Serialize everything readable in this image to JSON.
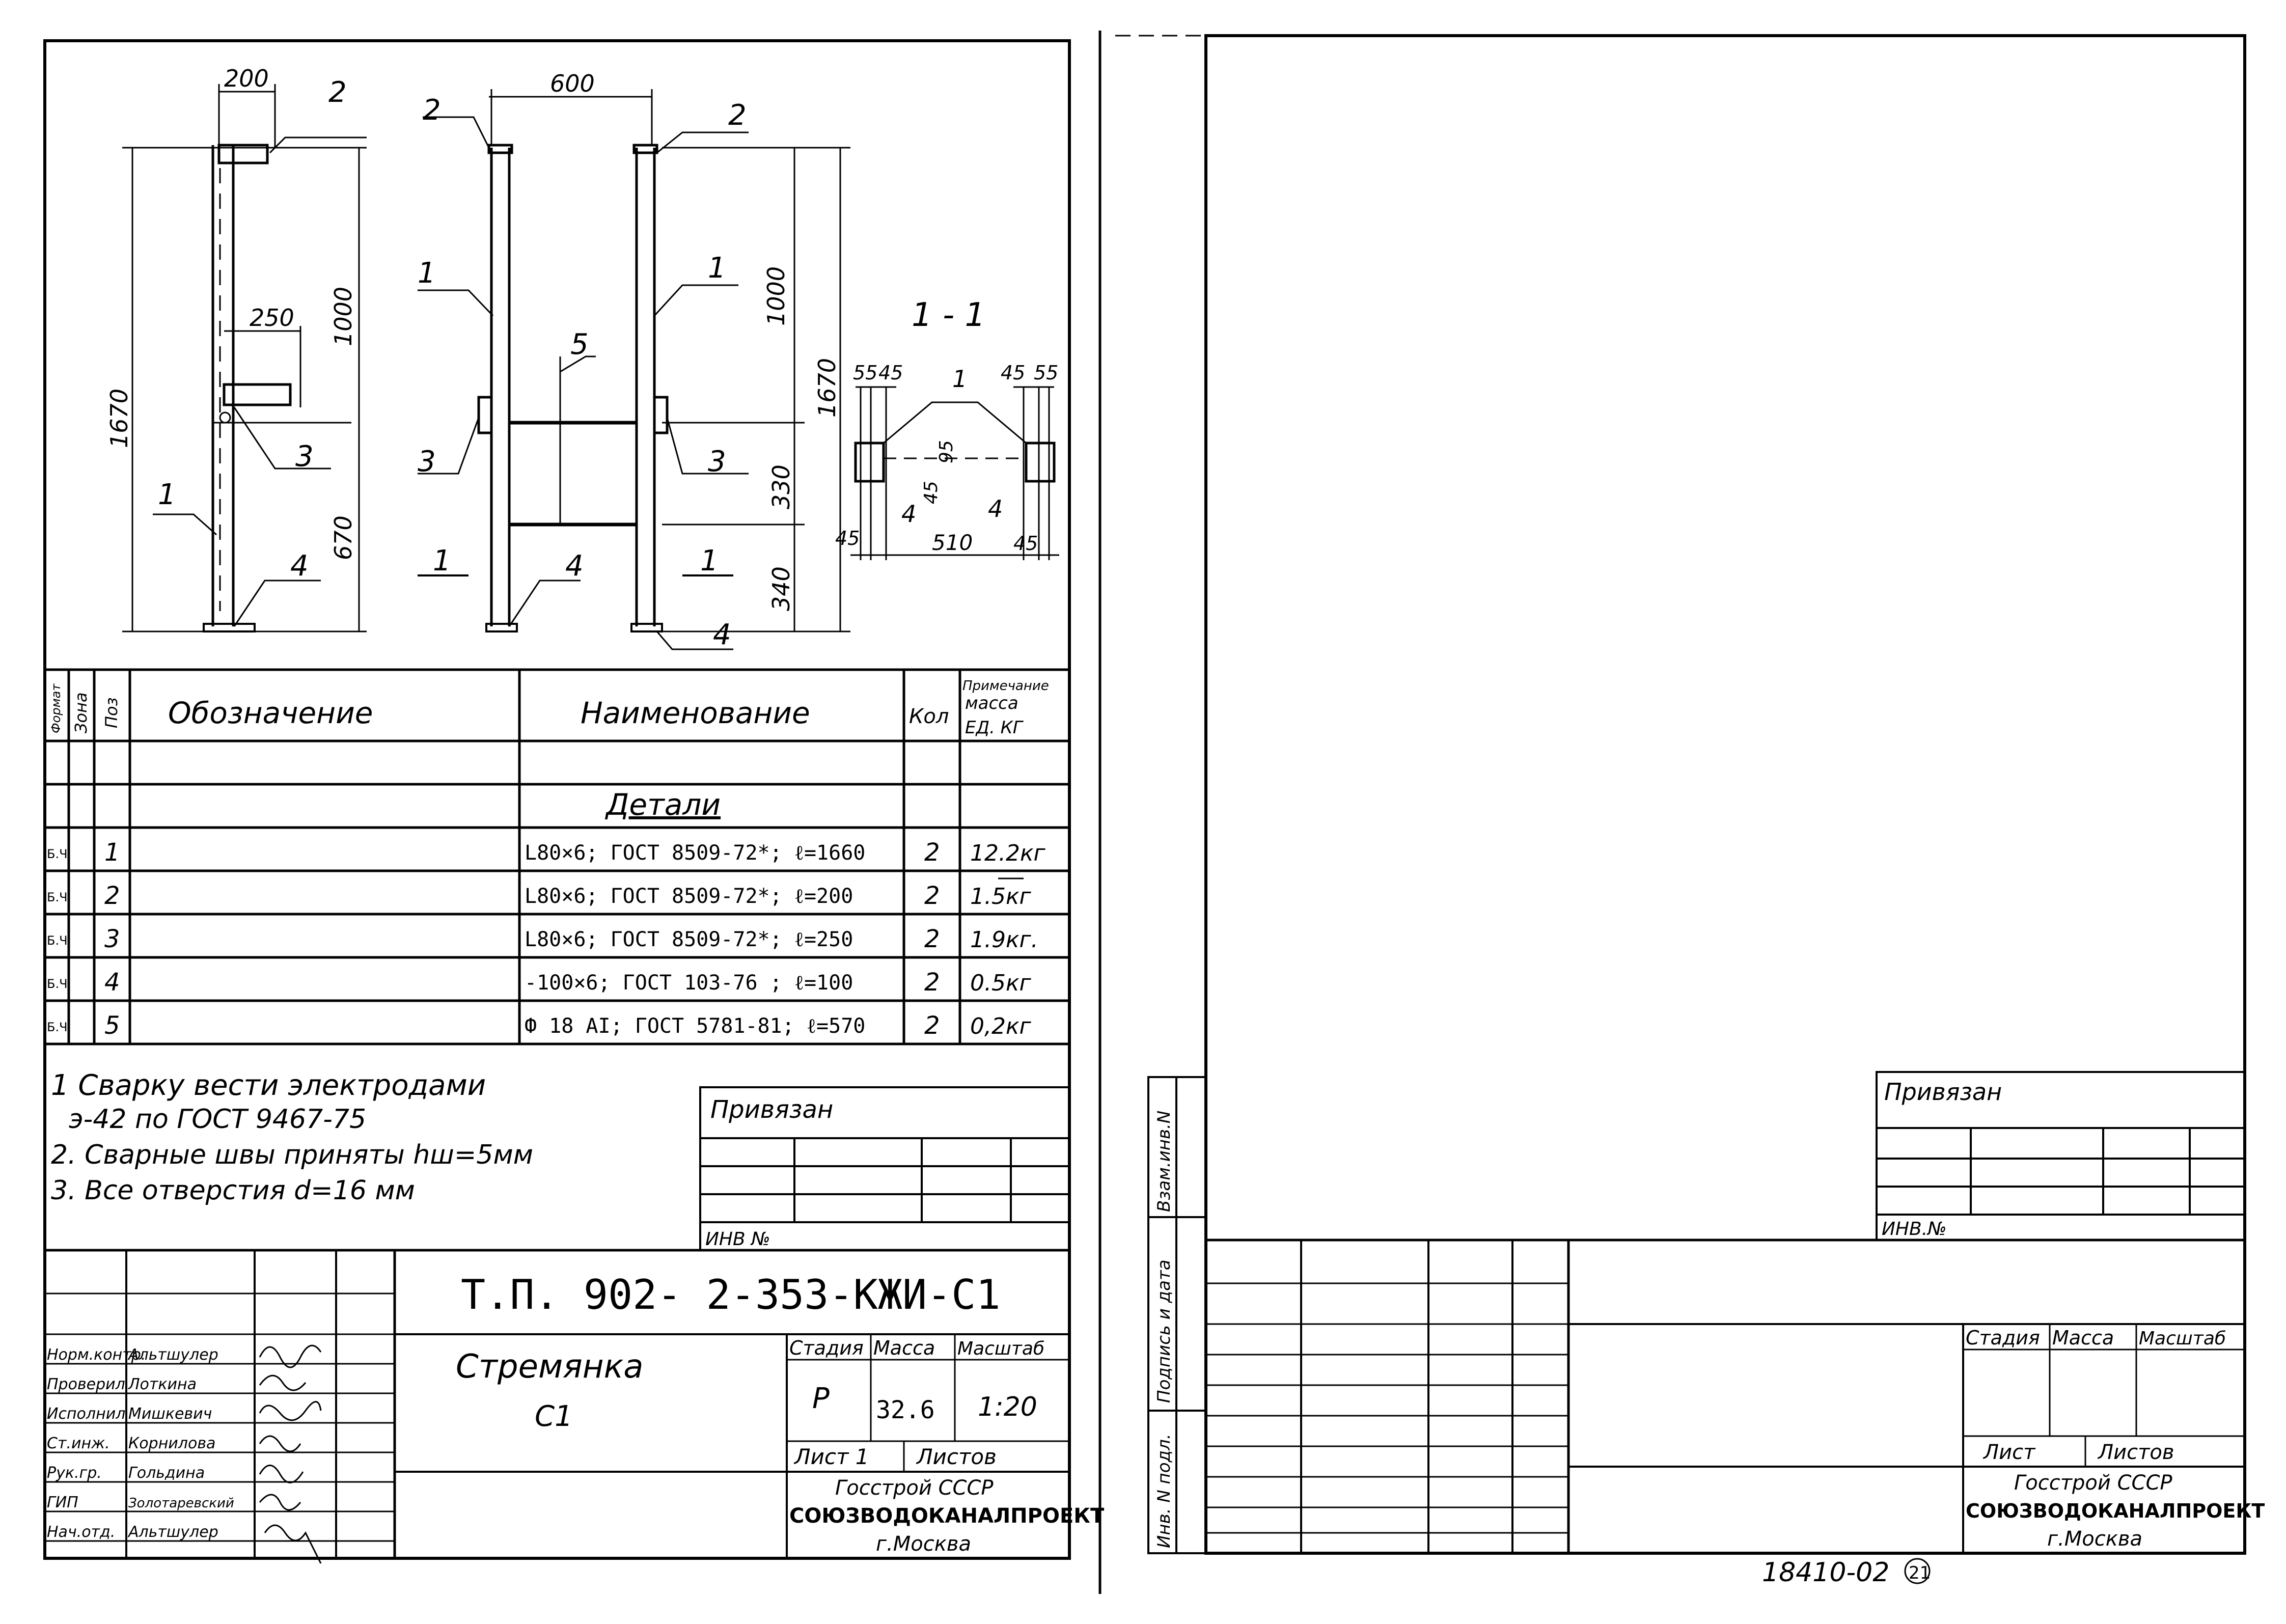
{
  "drawing": {
    "dims": {
      "d200": "200",
      "d600": "600",
      "d250": "250",
      "d1000a": "1000",
      "d1000b": "1000",
      "d1670a": "1670",
      "d1670b": "1670",
      "d670": "670",
      "d330": "330",
      "d340": "340",
      "d55a": "55",
      "d45a": "45",
      "d45b": "45",
      "d55b": "55",
      "d95": "95",
      "d45c": "45",
      "d45d": "45",
      "d510": "510",
      "d45e": "45"
    },
    "pos": {
      "p2a": "2",
      "p2b": "2",
      "p2c": "2",
      "p1a": "1",
      "p1b": "1",
      "p1c": "1",
      "p1d": "1",
      "p3a": "3",
      "p3b": "3",
      "p3c": "3",
      "p4a": "4",
      "p4b": "4",
      "p4c": "4",
      "p4d": "4",
      "p4e": "4",
      "p5": "5"
    },
    "section_title": "1 - 1",
    "section_marks": {
      "m1": "1",
      "m2": "1"
    }
  },
  "spec": {
    "headers": {
      "format": "Формат",
      "zone": "Зона",
      "pos": "Поз",
      "designation": "Обозначение",
      "name": "Наименование",
      "qty": "Кол",
      "note1": "Примечание",
      "note2": "масса",
      "note3": "ЕД. КГ"
    },
    "section": "Детали",
    "rows": [
      {
        "fmt": "Б.Ч",
        "pos": "1",
        "name": "L80×6; ГОСТ 8509-72*; ℓ=1660",
        "qty": "2",
        "note": "12.2кг"
      },
      {
        "fmt": "Б.Ч",
        "pos": "2",
        "name": "L80×6; ГОСТ 8509-72*; ℓ=200",
        "qty": "2",
        "note": "1.5кг"
      },
      {
        "fmt": "Б.Ч",
        "pos": "3",
        "name": "L80×6; ГОСТ 8509-72*; ℓ=250",
        "qty": "2",
        "note": "1.9кг."
      },
      {
        "fmt": "Б.Ч",
        "pos": "4",
        "name": "-100×6; ГОСТ 103-76 ; ℓ=100",
        "qty": "2",
        "note": "0.5кг"
      },
      {
        "fmt": "Б.Ч",
        "pos": "5",
        "name": "Ф 18 АI; ГОСТ 5781-81; ℓ=570",
        "qty": "2",
        "note": "0,2кг"
      }
    ]
  },
  "notes": [
    "1 Сварку вести электродами",
    "э-42 по ГОСТ 9467-75",
    "2. Сварные швы приняты hш=5мм",
    "3. Все отверстия d=16 мм"
  ],
  "binding_left": {
    "title": "Привязан",
    "inv": "ИНВ №"
  },
  "binding_right": {
    "title": "Привязан",
    "inv": "ИНВ.№"
  },
  "title_block": {
    "code": "Т.П. 902- 2-353-КЖИ-С1",
    "name1": "Стремянка",
    "name2": "С1",
    "stage_label": "Стадия",
    "mass_label": "Масса",
    "scale_label": "Масштаб",
    "stage": "Р",
    "mass": "32.6",
    "scale": "1:20",
    "sheet_label": "Лист 1",
    "sheets_label": "Листов",
    "org1": "Госстрой СССР",
    "org2": "СОЮЗВОДОКАНАЛПРОЕКТ",
    "org3": "г.Москва",
    "roles": [
      {
        "role": "Норм.контр.",
        "name": "Альтшулер"
      },
      {
        "role": "Проверил",
        "name": "Лоткина"
      },
      {
        "role": "Исполнил",
        "name": "Мишкевич"
      },
      {
        "role": "Ст.инж.",
        "name": "Корнилова"
      },
      {
        "role": "Рук.гр.",
        "name": "Гольдина"
      },
      {
        "role": "ГИП",
        "name": "Золотаревский"
      },
      {
        "role": "Нач.отд.",
        "name": "Альтшулер"
      }
    ]
  },
  "right_block": {
    "stage_label": "Стадия",
    "mass_label": "Масса",
    "scale_label": "Масштаб",
    "sheet_label": "Лист",
    "sheets_label": "Листов",
    "org1": "Госстрой СССР",
    "org2": "СОЮЗВОДОКАНАЛПРОЕКТ",
    "org3": "г.Москва"
  },
  "side_stamp": {
    "inv_orig": "Инв. N подл.",
    "sign_date": "Подпись и дата",
    "inv_inst": "Взам.инв.N"
  },
  "footer": {
    "archive": "18410-02",
    "page": "21"
  }
}
